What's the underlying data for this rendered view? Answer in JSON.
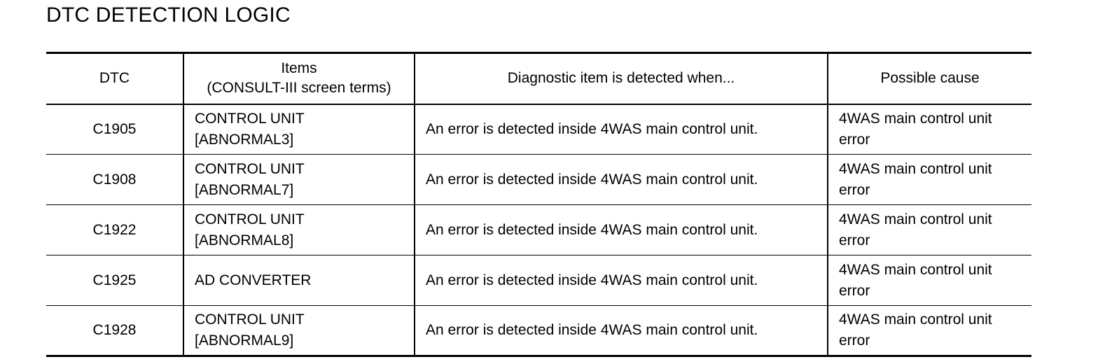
{
  "page": {
    "title": "DTC DETECTION LOGIC"
  },
  "table": {
    "headers": {
      "dtc": "DTC",
      "items_line1": "Items",
      "items_line2": "(CONSULT-III screen terms)",
      "detected": "Diagnostic item is detected when...",
      "cause": "Possible cause"
    },
    "rows": [
      {
        "dtc": "C1905",
        "item_line1": "CONTROL UNIT",
        "item_line2": "[ABNORMAL3]",
        "detected": "An error is detected inside 4WAS main control unit.",
        "cause_line1": "4WAS main control unit",
        "cause_line2": "error"
      },
      {
        "dtc": "C1908",
        "item_line1": "CONTROL UNIT",
        "item_line2": "[ABNORMAL7]",
        "detected": "An error is detected inside 4WAS main control unit.",
        "cause_line1": "4WAS main control unit",
        "cause_line2": "error"
      },
      {
        "dtc": "C1922",
        "item_line1": "CONTROL UNIT",
        "item_line2": "[ABNORMAL8]",
        "detected": "An error is detected inside 4WAS main control unit.",
        "cause_line1": "4WAS main control unit",
        "cause_line2": "error"
      },
      {
        "dtc": "C1925",
        "item_line1": "AD CONVERTER",
        "item_line2": "",
        "detected": "An error is detected inside 4WAS main control unit.",
        "cause_line1": "4WAS main control unit",
        "cause_line2": "error"
      },
      {
        "dtc": "C1928",
        "item_line1": "CONTROL UNIT",
        "item_line2": "[ABNORMAL9]",
        "detected": "An error is detected inside 4WAS main control unit.",
        "cause_line1": "4WAS main control unit",
        "cause_line2": "error"
      }
    ]
  }
}
